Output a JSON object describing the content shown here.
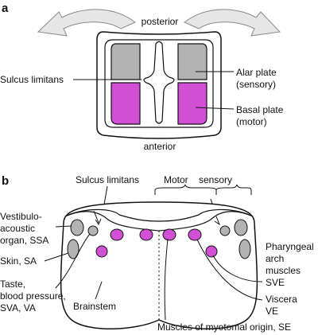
{
  "panel_a": {
    "letter": "a",
    "top_label": "posterior",
    "bottom_label": "anterior",
    "left_label": "Sulcus limitans",
    "alar_label": [
      "Alar plate",
      "(sensory)"
    ],
    "basal_label": [
      "Basal plate",
      "(motor)"
    ]
  },
  "panel_b": {
    "letter": "b",
    "sulcus_label": "Sulcus limitans",
    "motor_label": "Motor",
    "sensory_label": "sensory",
    "vestibulo_label": [
      "Vestibulo-",
      "acoustic",
      "organ, SSA"
    ],
    "skin_label": "Skin, SA",
    "taste_label": [
      "Taste,",
      "blood pressure,",
      "SVA, VA"
    ],
    "brainstem_label": "Brainstem",
    "muscles_label": "Muscles of myotomal origin, SE",
    "pharyngeal_label": [
      "Pharyngeal",
      "arch",
      "muscles"
    ],
    "sve_label": "SVE",
    "viscera_label": [
      "Viscera",
      "VE"
    ]
  },
  "colors": {
    "alar": "#b3b3b3",
    "basal": "#d24fd6",
    "arrow_fill": "#e6e6e6",
    "line": "#111111"
  }
}
